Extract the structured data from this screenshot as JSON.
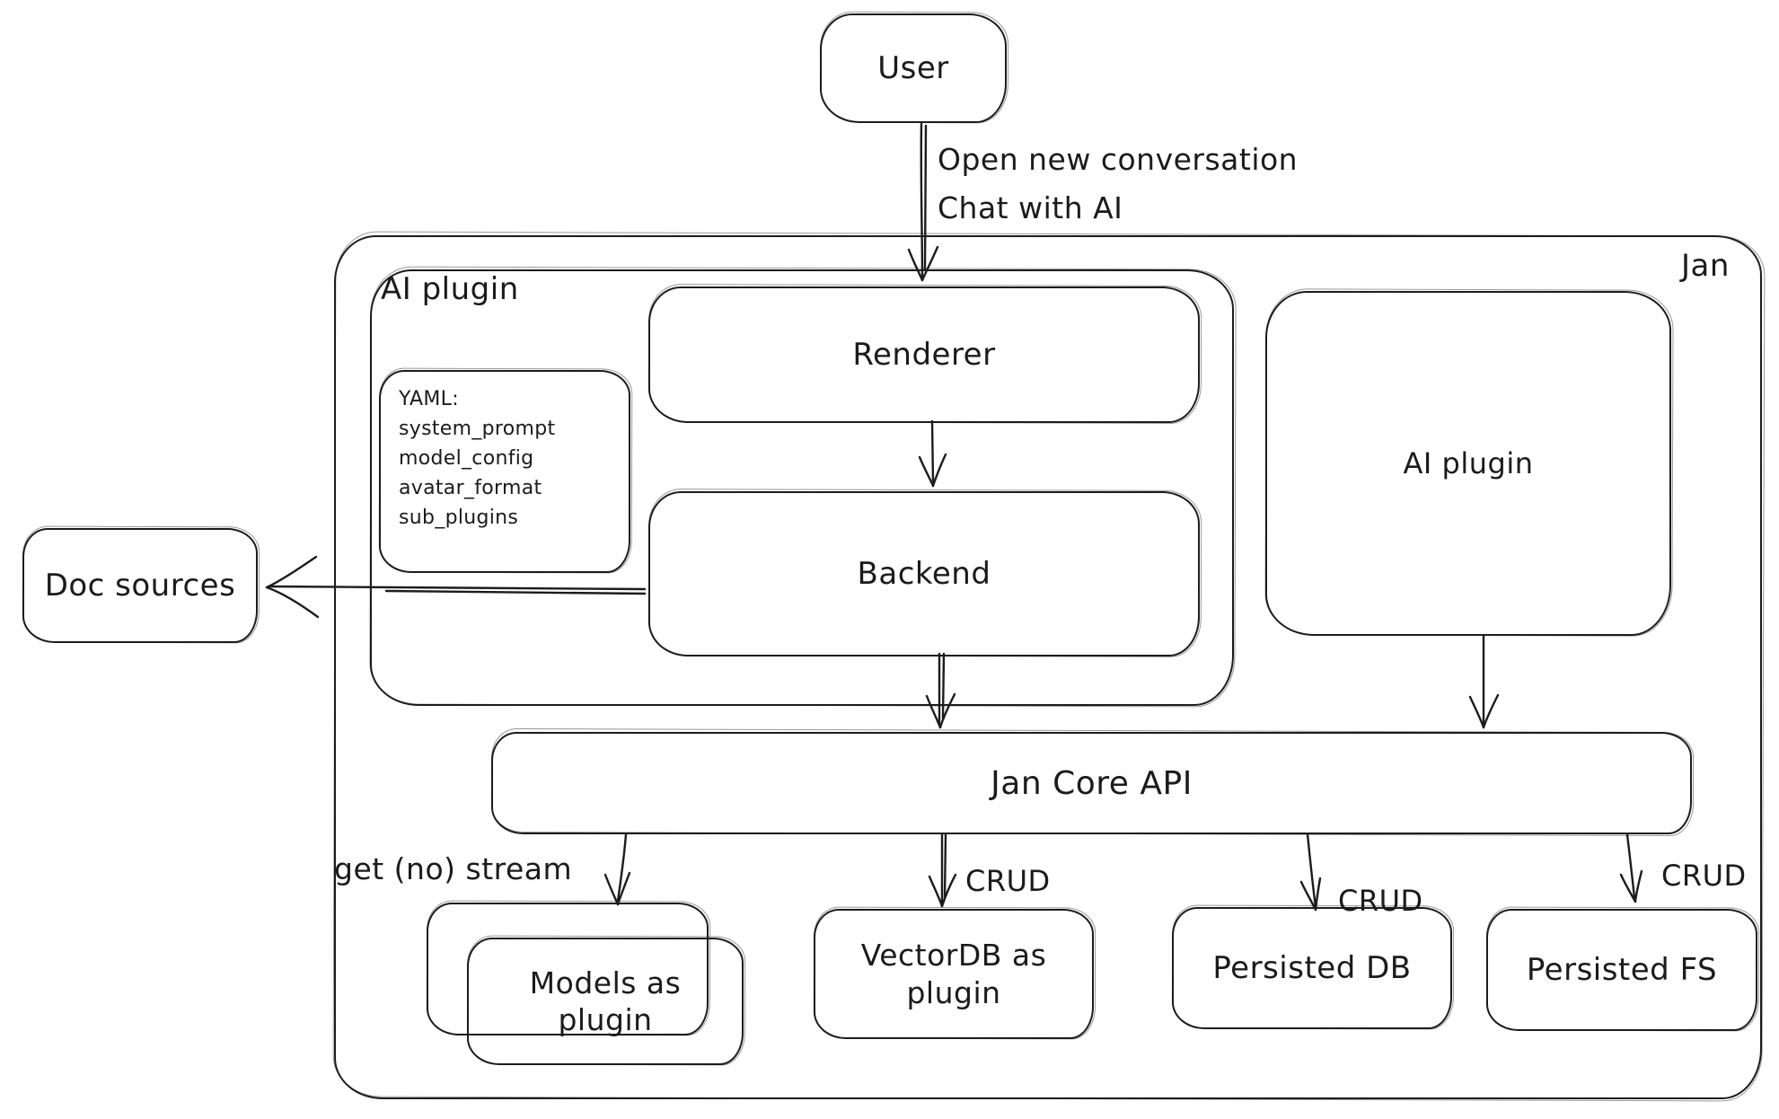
{
  "diagram": {
    "user": {
      "label": "User"
    },
    "user_edge": {
      "line1": "Open new conversation",
      "line2": "Chat with AI"
    },
    "jan": {
      "label": "Jan"
    },
    "ai_plugin_group": {
      "label": "AI plugin"
    },
    "renderer": {
      "label": "Renderer"
    },
    "backend": {
      "label": "Backend"
    },
    "yaml_note": {
      "title": "YAML:",
      "lines": [
        "system_prompt",
        "model_config",
        "avatar_format",
        "sub_plugins"
      ]
    },
    "doc_sources": {
      "label": "Doc sources"
    },
    "ai_plugin_box": {
      "label": "AI plugin"
    },
    "jan_core_api": {
      "label": "Jan Core API"
    },
    "models_plugin": {
      "label": "Models as plugin"
    },
    "vector_db": {
      "label": "VectorDB as plugin"
    },
    "persisted_db": {
      "label": "Persisted DB"
    },
    "persisted_fs": {
      "label": "Persisted FS"
    },
    "edge_labels": {
      "get_no_stream": "get (no) stream",
      "crud_vectordb": "CRUD",
      "crud_persisted_db": "CRUD",
      "crud_persisted_fs": "CRUD"
    },
    "colors": {
      "ink": "#1c1c1c",
      "background": "#ffffff"
    }
  }
}
